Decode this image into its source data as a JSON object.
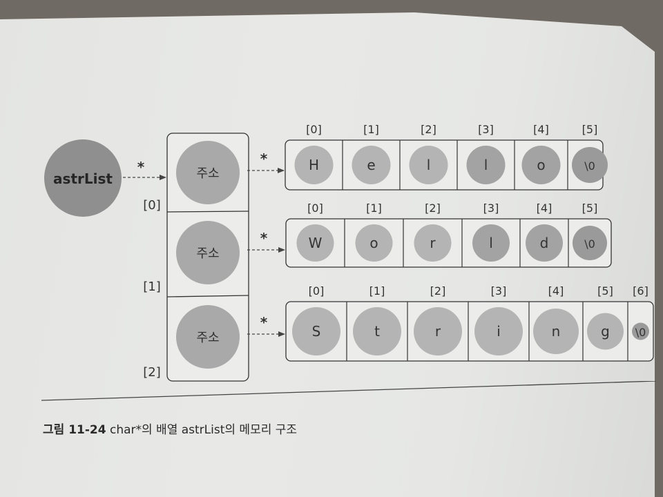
{
  "figure": {
    "pointer_node": "astrList",
    "pointer_label": "*",
    "address_label": "주소",
    "outer_indices": [
      "[0]",
      "[1]",
      "[2]"
    ],
    "rows": [
      {
        "indices": [
          "[0]",
          "[1]",
          "[2]",
          "[3]",
          "[4]",
          "[5]"
        ],
        "chars": [
          "H",
          "e",
          "l",
          "l",
          "o",
          "\\0"
        ]
      },
      {
        "indices": [
          "[0]",
          "[1]",
          "[2]",
          "[3]",
          "[4]",
          "[5]"
        ],
        "chars": [
          "W",
          "o",
          "r",
          "l",
          "d",
          "\\0"
        ]
      },
      {
        "indices": [
          "[0]",
          "[1]",
          "[2]",
          "[3]",
          "[4]",
          "[5]",
          "[6]"
        ],
        "chars": [
          "S",
          "t",
          "r",
          "i",
          "n",
          "g",
          "\\0"
        ]
      }
    ]
  },
  "caption": {
    "number": "그림 11-24",
    "text": "char*의 배열 astrList의 메모리 구조"
  }
}
